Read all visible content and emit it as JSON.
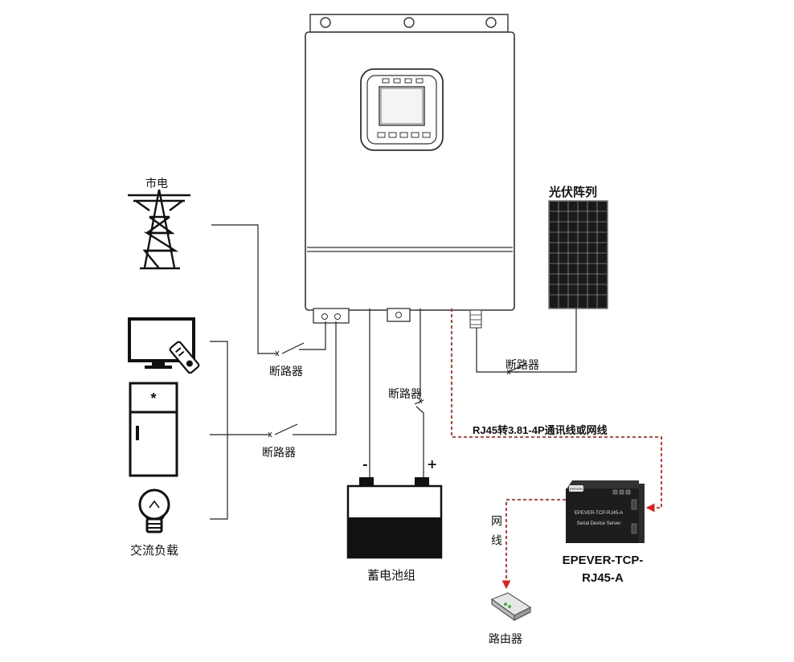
{
  "labels": {
    "grid": "市电",
    "pv_array": "光伏阵列",
    "breaker_grid": "断路器",
    "breaker_pv": "断路器",
    "breaker_battery": "断路器",
    "breaker_load": "断路器",
    "ac_load": "交流负载",
    "battery_bank": "蓄电池组",
    "battery_minus": "-",
    "battery_plus": "+",
    "comm_cable": "RJ45转3.81-4P通讯线或网线",
    "network_cable": "网线",
    "router": "路由器",
    "device_line1": "EPEVER-TCP-",
    "device_line2": "RJ45-A",
    "device_face_title": "EPEVER-TCP-RJ45-A",
    "device_face_sub": "Serial Device Server",
    "device_brand": "EPEVER"
  },
  "colors": {
    "line": "#222222",
    "comm_dashed": "#e0201b",
    "device_body": "#1d1d1d",
    "battery_fill": "#111111"
  }
}
